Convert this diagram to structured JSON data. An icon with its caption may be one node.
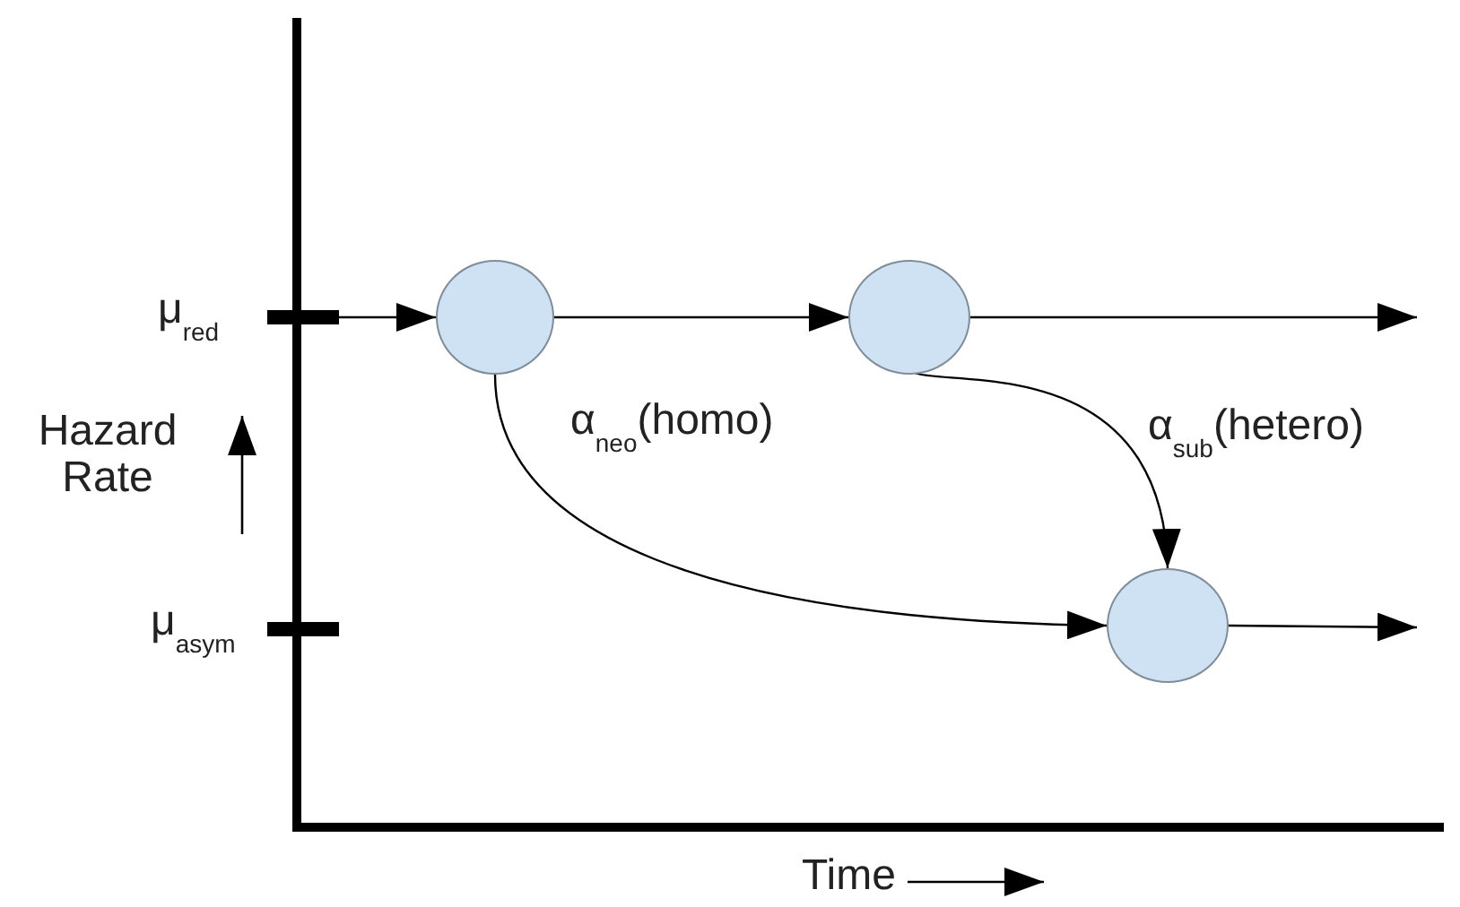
{
  "diagram": {
    "nodes": [
      {
        "text": [],
        "shape": "circle"
      },
      {
        "text": [],
        "shape": "circle"
      },
      {
        "text": [],
        "shape": "circle"
      }
    ],
    "edges": [
      {
        "from": null,
        "to": 0,
        "arrow": "to"
      },
      {
        "from": 0,
        "to": 1,
        "arrow": "to"
      },
      {
        "from": 1,
        "to": null,
        "arrow": "to"
      },
      {
        "from": 0,
        "to": 2,
        "arrow": "to",
        "label": "α$_{neo}$(homo)"
      },
      {
        "from": 1,
        "to": 2,
        "arrow": "to",
        "label": "α$_{sub}$(hetero)"
      },
      {
        "from": 2,
        "to": null,
        "arrow": "to"
      }
    ],
    "labels": [
      "μ$_{red}$",
      "Hazard Rate",
      "μ$_{asym}$",
      "Time"
    ]
  }
}
